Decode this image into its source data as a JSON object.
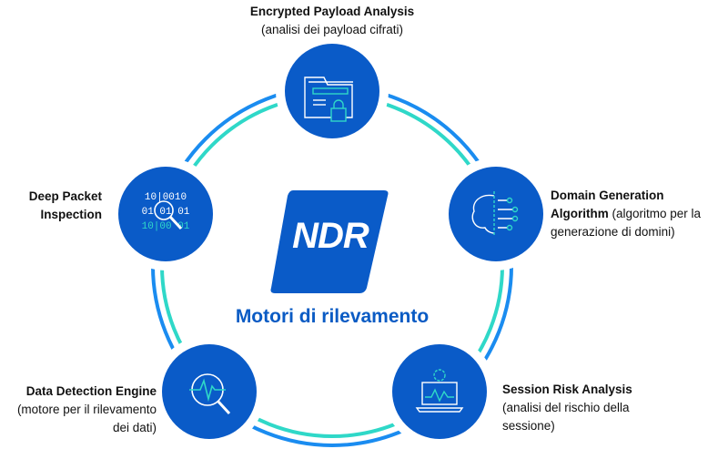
{
  "center": {
    "logo_text": "NDR",
    "title": "Motori di rilevamento"
  },
  "engines": [
    {
      "name": "Encrypted Payload Analysis",
      "desc": "(analisi dei payload cifrati)",
      "icon": "encrypted-folder-icon"
    },
    {
      "name": "Domain Generation Algorithm",
      "desc": "(algoritmo per la generazione di domini)",
      "icon": "brain-circuit-icon"
    },
    {
      "name": "Session Risk Analysis",
      "desc": "(analisi del rischio della sessione)",
      "icon": "laptop-gear-icon"
    },
    {
      "name": "Data Detection Engine",
      "desc": "(motore per il rilevamento dei dati)",
      "icon": "magnifier-pulse-icon"
    },
    {
      "name": "Deep Packet Inspection",
      "desc": "",
      "icon": "binary-search-icon"
    }
  ],
  "colors": {
    "node": "#0a5bc8",
    "outer_ring": "#1a8cf0",
    "inner_ring": "#2fd8c8",
    "title": "#0a5bc4"
  }
}
